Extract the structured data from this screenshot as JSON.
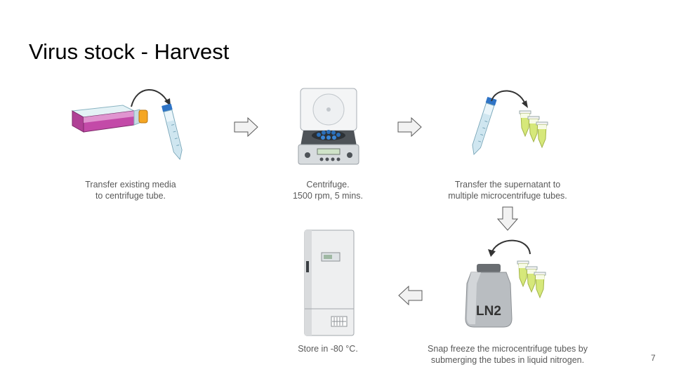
{
  "slide": {
    "title": "Virus stock - Harvest",
    "page_number": "7"
  },
  "steps": [
    {
      "line1": "Transfer existing media",
      "line2": "to centrifuge tube."
    },
    {
      "line1": "Centrifuge.",
      "line2": "1500 rpm, 5 mins."
    },
    {
      "line1": "Transfer the supernatant to",
      "line2": "multiple microcentrifuge tubes."
    },
    {
      "line1": "Snap freeze the microcentrifuge tubes by",
      "line2": "submerging the tubes in liquid nitrogen."
    },
    {
      "line1": "Store in -80 °C.",
      "line2": ""
    }
  ],
  "labels": {
    "dewar": "LN2"
  },
  "colors": {
    "flask_media": "#c34aa8",
    "tube_liquid": "#d6e87a",
    "arrow_fill": "#f2f2f2",
    "arrow_stroke": "#595959"
  }
}
